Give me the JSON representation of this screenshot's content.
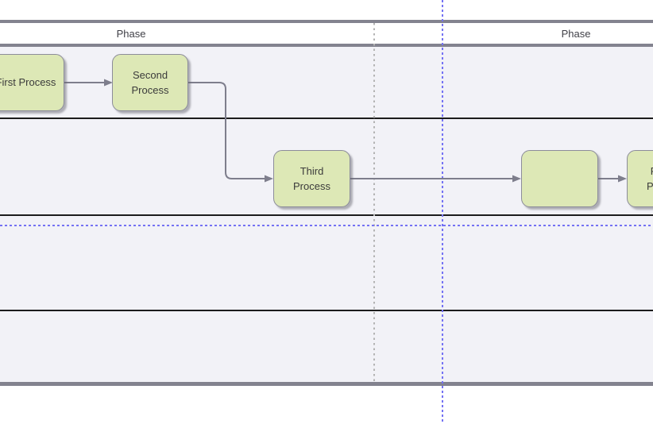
{
  "diagram": {
    "phase_headers": [
      {
        "label": "Phase"
      },
      {
        "label": "Phase"
      }
    ],
    "nodes": [
      {
        "id": "first-process",
        "label": "First Process"
      },
      {
        "id": "second-process",
        "label": "Second\nProcess"
      },
      {
        "id": "third-process",
        "label": "Third\nProcess"
      },
      {
        "id": "blank-process",
        "label": ""
      },
      {
        "id": "fourth-process",
        "label": "Fourth\nProcess"
      }
    ],
    "connectors": [
      {
        "id": "first-to-second",
        "from": "first-process",
        "to": "second-process"
      },
      {
        "id": "second-to-third",
        "from": "second-process",
        "to": "third-process"
      },
      {
        "id": "third-to-blank",
        "from": "third-process",
        "to": "blank-process"
      },
      {
        "id": "blank-to-fourth",
        "from": "blank-process",
        "to": "fourth-process"
      }
    ],
    "colors": {
      "lane_fill": "#f2f2f7",
      "pool_bar": "#83838f",
      "lane_line": "#1c1c1c",
      "phase_divider": "#b3b3b3",
      "page_break": "#7472f3",
      "node_fill": "#dde8b6",
      "node_border": "#8c8c9a",
      "node_text": "#3b3b3b",
      "connector": "#7e7e8c"
    }
  }
}
